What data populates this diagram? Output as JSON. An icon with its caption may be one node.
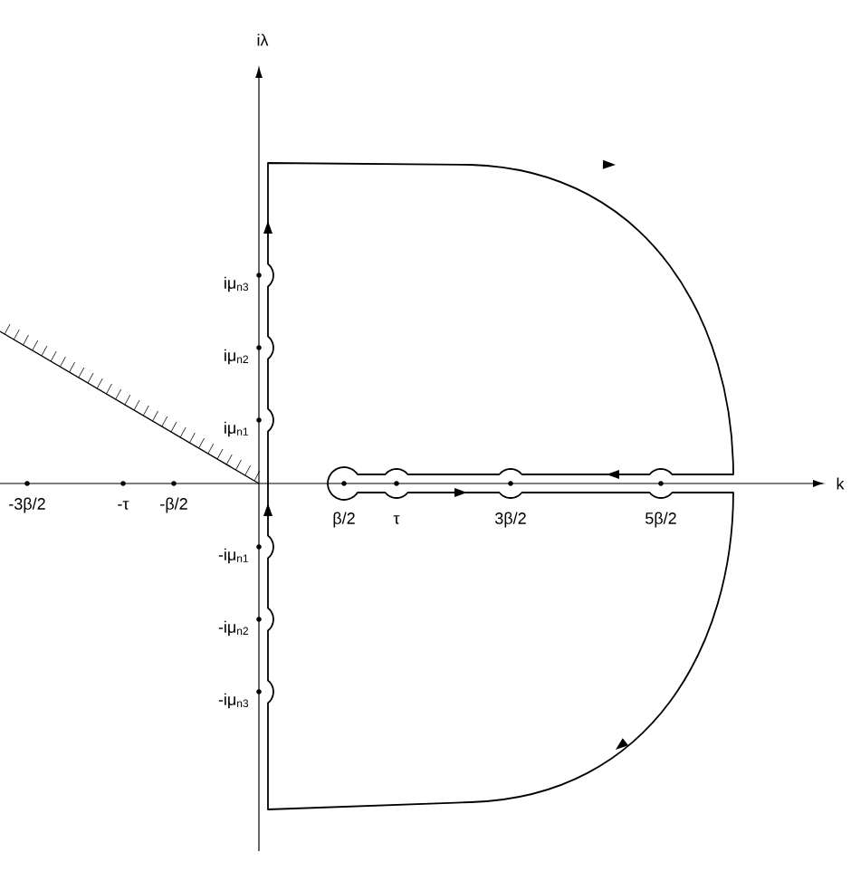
{
  "diagram": {
    "labels": [
      "iλ",
      "iμ$_{n3}$",
      "iμ$_{n2}$",
      "iμ$_{n1}$",
      "k",
      "-3β/2",
      "-τ",
      "-β/2",
      "β/2",
      "τ",
      "3β/2",
      "5β/2",
      "-iμ$_{n1}$",
      "-iμ$_{n2}$",
      "-iμ$_{n3}$"
    ]
  }
}
